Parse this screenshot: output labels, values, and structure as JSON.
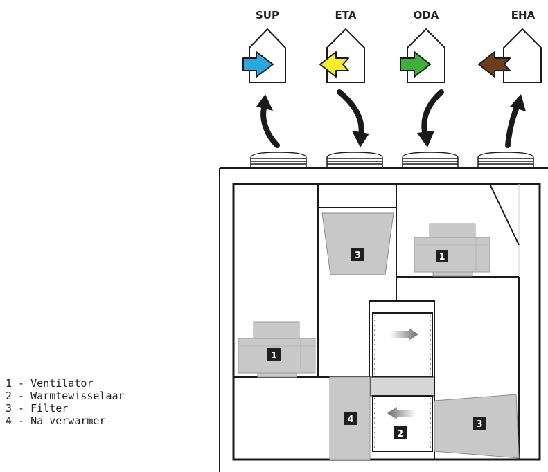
{
  "ports": [
    {
      "code": "SUP",
      "arrow_color": "#29a8e0",
      "arrow_direction": "into-house",
      "flow": "up"
    },
    {
      "code": "ETA",
      "arrow_color": "#f2ee2b",
      "arrow_direction": "out-of-house",
      "flow": "down"
    },
    {
      "code": "ODA",
      "arrow_color": "#3fae3a",
      "arrow_direction": "into-house",
      "flow": "down"
    },
    {
      "code": "EHA",
      "arrow_color": "#6b3f1d",
      "arrow_direction": "out-of-house",
      "flow": "up"
    }
  ],
  "components": {
    "fan_top_right": "1",
    "fan_left": "1",
    "heat_exchanger": "2",
    "filter_top": "3",
    "filter_right": "3",
    "post_heater": "4"
  },
  "legend": [
    "1 - Ventilator",
    "2 - Warmtewisselaar",
    "3 - Filter",
    "4 - Na verwarmer"
  ],
  "colors": {
    "component_fill": "#c8c8c8",
    "outline": "#1a1a1a",
    "badge": "#1f1f1f"
  }
}
